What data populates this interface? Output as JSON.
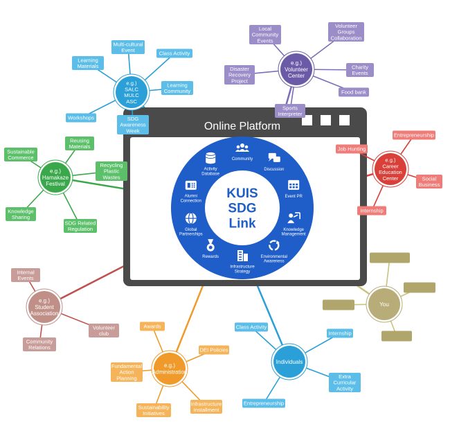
{
  "platform": {
    "title": "Online Platform",
    "hub_lines": [
      "KUIS",
      "SDG",
      "Link"
    ],
    "features": [
      {
        "lines": [
          "Community"
        ],
        "icon": "people-icon"
      },
      {
        "lines": [
          "Discussion"
        ],
        "icon": "chat-icon"
      },
      {
        "lines": [
          "Event PR"
        ],
        "icon": "calendar-icon"
      },
      {
        "lines": [
          "Knowledge",
          "Management"
        ],
        "icon": "teacher-icon"
      },
      {
        "lines": [
          "Environmental",
          "Awareness"
        ],
        "icon": "recycle-icon"
      },
      {
        "lines": [
          "Infrastructure",
          "Strategy"
        ],
        "icon": "building-icon"
      },
      {
        "lines": [
          "Rewards"
        ],
        "icon": "medal-icon"
      },
      {
        "lines": [
          "Global",
          "Partnerships"
        ],
        "icon": "globe-icon"
      },
      {
        "lines": [
          "Alumni",
          "Connection"
        ],
        "icon": "phone-icon"
      },
      {
        "lines": [
          "Activity",
          "Database"
        ],
        "icon": "database-icon"
      }
    ]
  },
  "clusters": [
    {
      "id": "salc",
      "color": "#2a9fd8",
      "light": "#5bbde8",
      "line": "#2a9fd8",
      "hub": {
        "lines": [
          "e.g.)",
          "SALC",
          "MULC",
          "ASC"
        ]
      },
      "leaves": [
        {
          "lines": [
            "Multi-cultural",
            "Event"
          ]
        },
        {
          "lines": [
            "Class Activity"
          ]
        },
        {
          "lines": [
            "Learning",
            "Materials"
          ]
        },
        {
          "lines": [
            "Learning",
            "Community"
          ]
        },
        {
          "lines": [
            "Workshops"
          ]
        },
        {
          "lines": [
            "SDG",
            "Awareness",
            "Week"
          ]
        }
      ]
    },
    {
      "id": "volunteer",
      "color": "#6a5aa8",
      "light": "#9a8dc8",
      "line": "#7b6bb8",
      "hub": {
        "lines": [
          "e.g.)",
          "Volunteer",
          "Center"
        ]
      },
      "leaves": [
        {
          "lines": [
            "Local",
            "Community",
            "Events"
          ]
        },
        {
          "lines": [
            "Volunteer",
            "Groups",
            "Collaboration"
          ]
        },
        {
          "lines": [
            "Disaster",
            "Recovery",
            "Project"
          ]
        },
        {
          "lines": [
            "Charity",
            "Events"
          ]
        },
        {
          "lines": [
            "Food bank"
          ]
        },
        {
          "lines": [
            "Sports",
            "Interpreter"
          ]
        }
      ]
    },
    {
      "id": "hamakaze",
      "color": "#3aa84a",
      "light": "#5cc06a",
      "line": "#3aa84a",
      "hub": {
        "lines": [
          "e.g.)",
          "Hamakaze",
          "Festival"
        ]
      },
      "leaves": [
        {
          "lines": [
            "Sustainable",
            "Commerce"
          ]
        },
        {
          "lines": [
            "Reusing",
            "Materials"
          ]
        },
        {
          "lines": [
            "Recycling",
            "Plastic",
            "Wastes"
          ]
        },
        {
          "lines": [
            "Knowledge",
            "Sharing"
          ]
        },
        {
          "lines": [
            "SDG Related",
            "Regulation"
          ]
        }
      ]
    },
    {
      "id": "career",
      "color": "#d9403a",
      "light": "#ef7c78",
      "line": "#d9403a",
      "hub": {
        "lines": [
          "e.g.)",
          "Career",
          "Education",
          "Center"
        ]
      },
      "leaves": [
        {
          "lines": [
            "Entrepreneurship"
          ]
        },
        {
          "lines": [
            "Job Hunting"
          ]
        },
        {
          "lines": [
            "Social",
            "Business"
          ]
        },
        {
          "lines": [
            "Internship"
          ]
        }
      ]
    },
    {
      "id": "student",
      "color": "#c08f88",
      "light": "#c89c98",
      "line": "#c0504d",
      "hub": {
        "lines": [
          "e.g.)",
          "Student",
          "Association"
        ]
      },
      "leaves": [
        {
          "lines": [
            "Internal",
            "Events"
          ]
        },
        {
          "lines": [
            "Volunteer",
            "club"
          ]
        },
        {
          "lines": [
            "Community",
            "Relations"
          ]
        }
      ]
    },
    {
      "id": "admin",
      "color": "#ef9a2a",
      "light": "#f6b45a",
      "line": "#ef9a2a",
      "hub": {
        "lines": [
          "e.g.)",
          "Administration"
        ]
      },
      "leaves": [
        {
          "lines": [
            "Awards"
          ]
        },
        {
          "lines": [
            "DEI Policies"
          ]
        },
        {
          "lines": [
            "Fundamental",
            "Action",
            "Planning"
          ]
        },
        {
          "lines": [
            "Sustainability",
            "Initiatives"
          ]
        },
        {
          "lines": [
            "Infrastructure",
            "Installment"
          ]
        }
      ]
    },
    {
      "id": "individuals",
      "color": "#2a9fd8",
      "light": "#5bbde8",
      "line": "#2a9fd8",
      "hub": {
        "lines": [
          "Individuals"
        ]
      },
      "leaves": [
        {
          "lines": [
            "Class Activity"
          ]
        },
        {
          "lines": [
            "Internship"
          ]
        },
        {
          "lines": [
            "Extra",
            "Curricular",
            "Activity"
          ]
        },
        {
          "lines": [
            "Entrepreneurship"
          ]
        }
      ]
    },
    {
      "id": "you",
      "color": "#b8ad78",
      "light": "#b0a66c",
      "line": "#c9c27a",
      "hub": {
        "lines": [
          "You"
        ]
      },
      "leaves": [
        {
          "lines": []
        },
        {
          "lines": []
        },
        {
          "lines": []
        },
        {
          "lines": []
        }
      ]
    }
  ],
  "colors": {
    "window_frame": "#4a4a4a",
    "ring": "#1f5ec8",
    "hub_fill": "#ffffff",
    "hub_text": "#1f5ec8"
  }
}
